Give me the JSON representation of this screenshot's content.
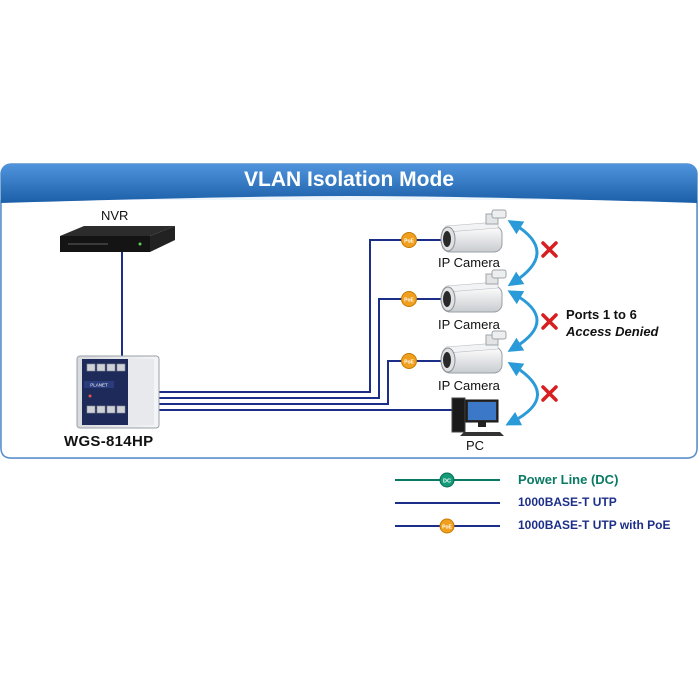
{
  "title": "VLAN Isolation Mode",
  "devices": {
    "nvr": "NVR",
    "switch_model": "WGS-814HP",
    "cameras": [
      "IP Camera",
      "IP Camera",
      "IP Camera"
    ],
    "pc": "PC",
    "switch_brand": "PLANET"
  },
  "annotation": {
    "line1": "Ports 1 to 6",
    "line2": "Access Denied"
  },
  "badges": {
    "poe": "PoE",
    "dc": "DC"
  },
  "legend": [
    {
      "label": "Power Line (DC)",
      "color": "#0a7a64"
    },
    {
      "label": "1000BASE-T UTP",
      "color": "#1c2f88"
    },
    {
      "label": "1000BASE-T UTP with PoE",
      "color": "#1c2f88"
    }
  ],
  "colors": {
    "banner": "#1f6fb8",
    "frame": "#5a8fcc",
    "cable": "#1c2f88",
    "poe_badge": "#f0a01e",
    "dc_badge": "#159b78",
    "arrow": "#2a9ad8",
    "deny_x": "#d81e1e"
  }
}
